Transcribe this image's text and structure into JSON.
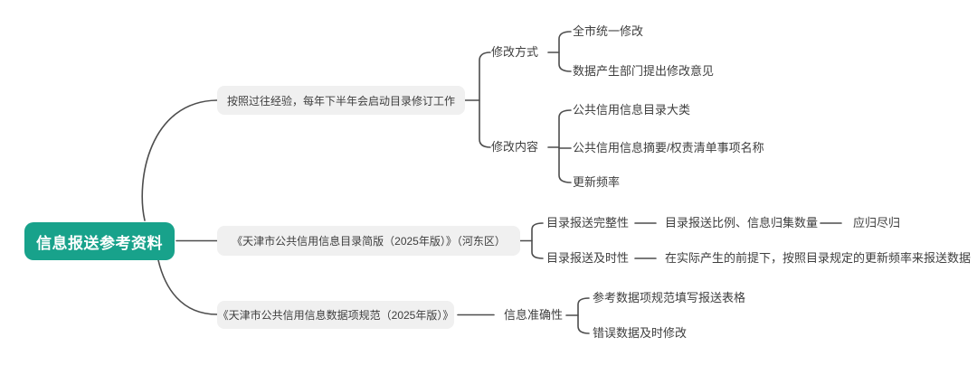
{
  "colors": {
    "root_bg": "#18a28b",
    "root_text": "#ffffff",
    "box_bg": "#f0f0f0",
    "text": "#3e3e3e",
    "line": "#4d4d4d",
    "canvas_bg": "#ffffff"
  },
  "mindmap": {
    "root": {
      "label": "信息报送参考资料"
    },
    "branches": [
      {
        "label": "按照过往经验，每年下半年会启动目录修订工作",
        "children": [
          {
            "label": "修改方式",
            "children": [
              {
                "label": "全市统一修改"
              },
              {
                "label": "数据产生部门提出修改意见"
              }
            ]
          },
          {
            "label": "修改内容",
            "children": [
              {
                "label": "公共信用信息目录大类"
              },
              {
                "label": "公共信用信息摘要/权责清单事项名称"
              },
              {
                "label": "更新频率"
              }
            ]
          }
        ]
      },
      {
        "label": "《天津市公共信用信息目录简版（2025年版）》（河东区）",
        "children": [
          {
            "label": "目录报送完整性",
            "children": [
              {
                "label": "目录报送比例、信息归集数量",
                "children": [
                  {
                    "label": "应归尽归"
                  }
                ]
              }
            ]
          },
          {
            "label": "目录报送及时性",
            "children": [
              {
                "label": "在实际产生的前提下，按照目录规定的更新频率来报送数据"
              }
            ]
          }
        ]
      },
      {
        "label": "《天津市公共信用信息数据项规范（2025年版）》",
        "children": [
          {
            "label": "信息准确性",
            "children": [
              {
                "label": "参考数据项规范填写报送表格"
              },
              {
                "label": "错误数据及时修改"
              }
            ]
          }
        ]
      }
    ]
  }
}
